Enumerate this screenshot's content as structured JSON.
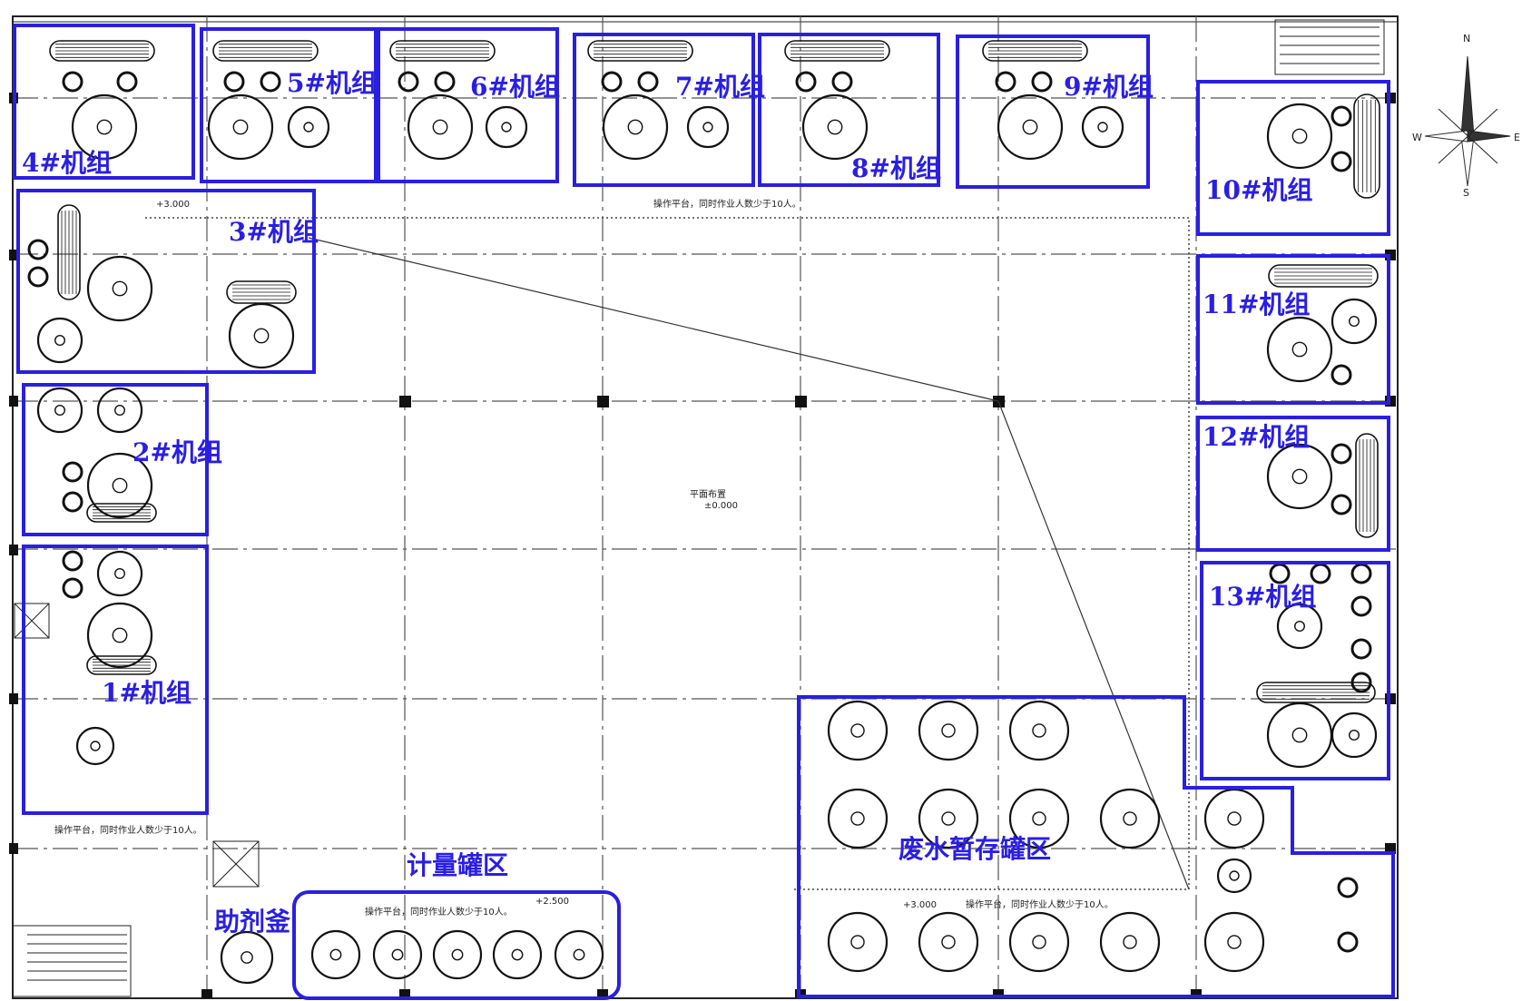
{
  "colors": {
    "zone": "#2a1fe0",
    "line": "#222222",
    "grid": "#555555"
  },
  "units": [
    {
      "id": "u4",
      "label": "4#机组"
    },
    {
      "id": "u5",
      "label": "5#机组"
    },
    {
      "id": "u6",
      "label": "6#机组"
    },
    {
      "id": "u7",
      "label": "7#机组"
    },
    {
      "id": "u8",
      "label": "8#机组"
    },
    {
      "id": "u9",
      "label": "9#机组"
    },
    {
      "id": "u10",
      "label": "10#机组"
    },
    {
      "id": "u3",
      "label": "3#机组"
    },
    {
      "id": "u11",
      "label": "11#机组"
    },
    {
      "id": "u2",
      "label": "2#机组"
    },
    {
      "id": "u12",
      "label": "12#机组"
    },
    {
      "id": "u1",
      "label": "1#机组"
    },
    {
      "id": "u13",
      "label": "13#机组"
    }
  ],
  "areas": {
    "metering": "计量罐区",
    "additive": "助剂釜",
    "wastewater": "废水暂存罐区"
  },
  "notes": {
    "platform_top": "操作平台，同时作业人数少于10人。",
    "platform_left": "操作平台，同时作业人数少于10人。",
    "platform_bottom": "操作平台，同时作业人数少于10人。",
    "platform_mid": "操作平台，同时作业人数少于10人。",
    "floor_level": "平面布置",
    "floor_elev": "±0.000",
    "elev_a": "+3.000",
    "elev_b": "+2.500",
    "elev_c": "+3.000"
  },
  "compass": {
    "n": "N",
    "s": "S",
    "w": "W",
    "e": "E"
  }
}
